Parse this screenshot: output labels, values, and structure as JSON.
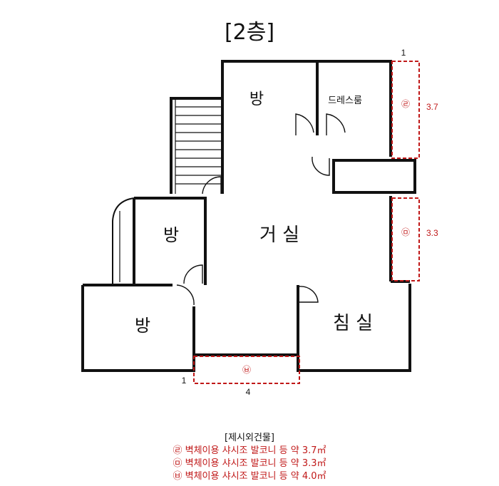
{
  "title": "[2층]",
  "rooms": {
    "bang_top": "방",
    "dressroom": "드레스룸",
    "living": "거 실",
    "bang_mid": "방",
    "bang_bottom": "방",
    "bedroom": "침 실"
  },
  "balconies": {
    "ra": {
      "mark": "㉣",
      "width": "1",
      "length": "3.7"
    },
    "ma": {
      "mark": "㉤",
      "length": "3.3"
    },
    "ba": {
      "mark": "㉥",
      "width": "1",
      "length": "4"
    }
  },
  "legend": {
    "header": "[제시외건물]",
    "items": [
      "㉣ 벽체이용 샤시조 발코니 등 약 3.7㎡",
      "㉤ 벽체이용 샤시조 발코니 등 약 3.3㎡",
      "㉥ 벽체이용 샤시조 발코니 등 약 4.0㎡"
    ]
  },
  "colors": {
    "wall": "#111111",
    "balcony": "#c01818"
  }
}
